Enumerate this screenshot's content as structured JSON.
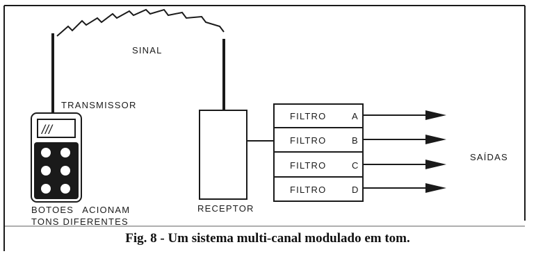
{
  "labels": {
    "signal": "SINAL",
    "transmitter": "TRANSMISSOR",
    "receiver": "RECEPTOR",
    "outputs": "SAÍDAS",
    "buttons_line1": "BOTOES ACIONAM",
    "buttons_line2": "TONS DIFERENTES",
    "display_text": "///"
  },
  "filters": [
    {
      "word": "FILTRO",
      "letter": "A"
    },
    {
      "word": "FILTRO",
      "letter": "B"
    },
    {
      "word": "FILTRO",
      "letter": "C"
    },
    {
      "word": "FILTRO",
      "letter": "D"
    }
  ],
  "caption": "Fig. 8 - Um sistema multi-canal modulado em tom.",
  "colors": {
    "ink": "#1a1a1a",
    "background": "#ffffff"
  }
}
